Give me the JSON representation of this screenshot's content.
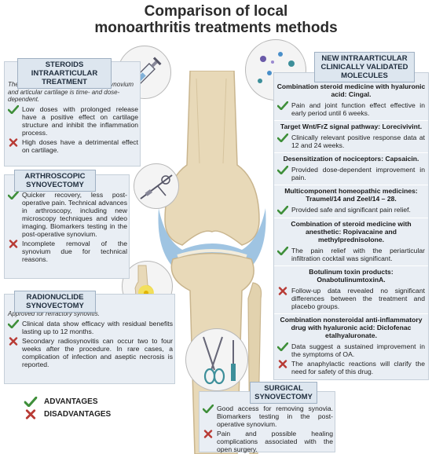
{
  "title": {
    "line1": "Comparison of local",
    "line2": "monoarthritis treatments methods"
  },
  "steroids": {
    "head_line1": "STEROIDS",
    "head_line2": "INTRAARTICULAR TREATMENT",
    "intro": "The effect of glucocorticoids on the synovium and articular cartilage is time- and dose-dependent.",
    "adv": "Low doses with prolonged release have a positive effect on cartilage structure and inhibit the inflammation process.",
    "dis": "High doses have a detrimental effect on cartilage."
  },
  "arthroscopic": {
    "head_line1": "ARTHROSCOPIC",
    "head_line2": "SYNOVECTOMY",
    "adv": "Quicker recovery, less post-operative pain. Technical advances in arthroscopy, including new microscopy techniques and video imaging. Biomarkers testing in the post-operative synovium.",
    "dis": "Incomplete removal of the synovium due for technical reasons."
  },
  "radionuclide": {
    "head_line1": "RADIONUCLIDE",
    "head_line2": "SYNOVECTOMY",
    "intro": "Approved for refractory synovitis.",
    "adv": "Clinical data show efficacy with residual benefits lasting up to 12 months.",
    "dis": "Secondary radiosynovitis can occur two to four weeks after the procedure. In rare cases, a complication of infection and aseptic necrosis is reported."
  },
  "legend": {
    "advantages": "ADVANTAGES",
    "disadvantages": "DISADVANTAGES"
  },
  "surgical": {
    "head_line1": "SURGICAL",
    "head_line2": "SYNOVECTOMY",
    "adv": "Good access for removing synovia. Biomarkers testing in the post-operative synovium.",
    "dis": "Pain and possible healing complications associated with the open surgery."
  },
  "molecules": {
    "head_line1": "NEW INTRAARTICULAR",
    "head_line2": "CLINICALLY VALIDATED",
    "head_line3": "MOLECULES",
    "s1": {
      "title": "Combination steroid medicine with hyaluronic acid: Cingal.",
      "adv": "Pain and joint function effect effective in early period until 6 weeks."
    },
    "s2": {
      "title": "Target Wnt/FrZ signal pathway: Lorecivivint.",
      "adv": "Clinically relevant positive response data at 12 and 24 weeks."
    },
    "s3": {
      "title": "Desensitization of nociceptors: Capsaicin.",
      "adv": "Provided dose-dependent improvement in pain."
    },
    "s4": {
      "title": "Multicomponent homeopathic medicines: Traumel/14 and Zeel/14 – 28.",
      "adv": "Provided safe and significant pain relief."
    },
    "s5": {
      "title": "Combination of steroid medicine with anesthetic: Ropivacaine and methylprednisolone.",
      "adv": "The pain relief with the periarticular infiltration cocktail was significant."
    },
    "s6": {
      "title": "Botulinum toxin products: OnabotulinumtoxinA.",
      "dis": "Follow-up data revealed no significant differences between the treatment and placebo groups."
    },
    "s7": {
      "title": "Combination nonsteroidal anti-inflammatory drug with hyaluronic acid: Diclofenac etalhyaluronate.",
      "adv": "Data suggest a sustained improvement in the symptoms of OA.",
      "dis": "The anaphylactic reactions will clarify the need for safety of this drug."
    }
  },
  "colors": {
    "check": "#3f8f3a",
    "cross": "#b83a34",
    "panel": "#e9eef4",
    "header": "#dde6ef",
    "bone": "#e8d9b8",
    "synovium": "#7fb0d8"
  },
  "icons": [
    "syringe-icon",
    "arthroscope-icon",
    "radioactive-knee-icon",
    "surgical-scissors-icon",
    "molecules-icon",
    "knee-joint-illustration",
    "check-icon",
    "cross-icon"
  ]
}
